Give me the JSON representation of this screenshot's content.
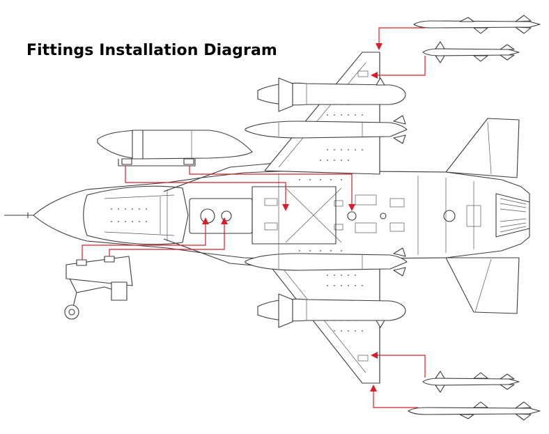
{
  "title": "Fittings Installation Diagram",
  "colors": {
    "background": "#ffffff",
    "outline": "#3a3a3a",
    "leader_lines": "#d81e2a",
    "title_text": "#000000"
  },
  "parts": [
    "fuel-tank",
    "centerline-fuel-tank",
    "upper-wing-missile",
    "upper-wingtip-missile",
    "lower-wing-missile",
    "lower-wingtip-missile",
    "upper-wing-fuel-tank",
    "lower-wing-fuel-tank",
    "landing-gear",
    "jet-fuselage"
  ]
}
